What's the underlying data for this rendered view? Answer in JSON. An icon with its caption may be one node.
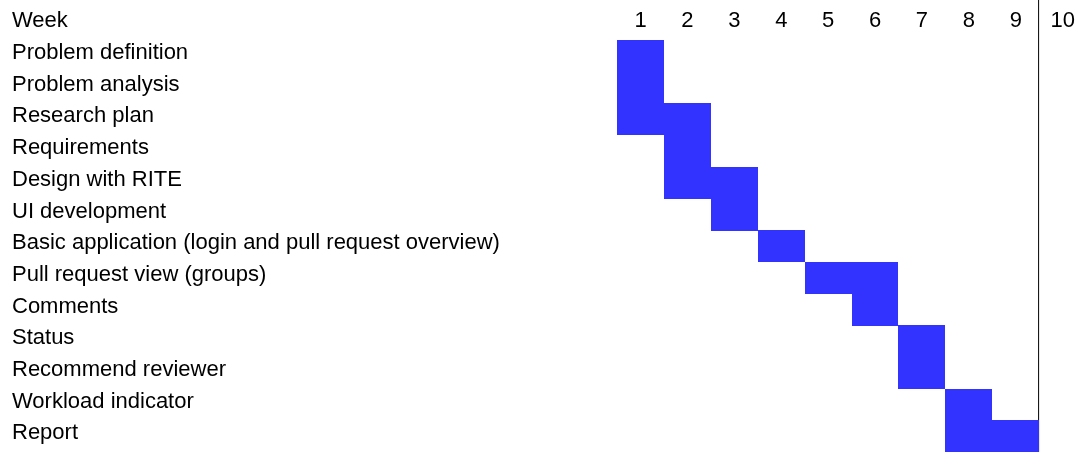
{
  "diagram": {
    "nodes": [
      {
        "text": [],
        "shape": "bar"
      },
      {
        "text": [],
        "shape": "bar"
      },
      {
        "text": [],
        "shape": "bar"
      },
      {
        "text": [],
        "shape": "bar"
      },
      {
        "text": [],
        "shape": "bar"
      },
      {
        "text": [],
        "shape": "bar"
      },
      {
        "text": [],
        "shape": "bar"
      },
      {
        "text": [],
        "shape": "bar"
      },
      {
        "text": [],
        "shape": "bar"
      },
      {
        "text": [],
        "shape": "bar"
      },
      {
        "text": [],
        "shape": "bar"
      },
      {
        "text": [],
        "shape": "bar"
      },
      {
        "text": [],
        "shape": "bar"
      }
    ],
    "labels": [
      "Week",
      "1",
      "2",
      "3",
      "4",
      "5",
      "6",
      "7",
      "8",
      "9",
      "10",
      "Problem definition",
      "Problem analysis",
      "Research plan",
      "Requirements",
      "Design with RITE",
      "UI development",
      "Basic application (login and pull request overview)",
      "Pull request view (groups)",
      "Comments",
      "Status",
      "Recommend reviewer",
      "Workload indicator",
      "Report"
    ]
  }
}
